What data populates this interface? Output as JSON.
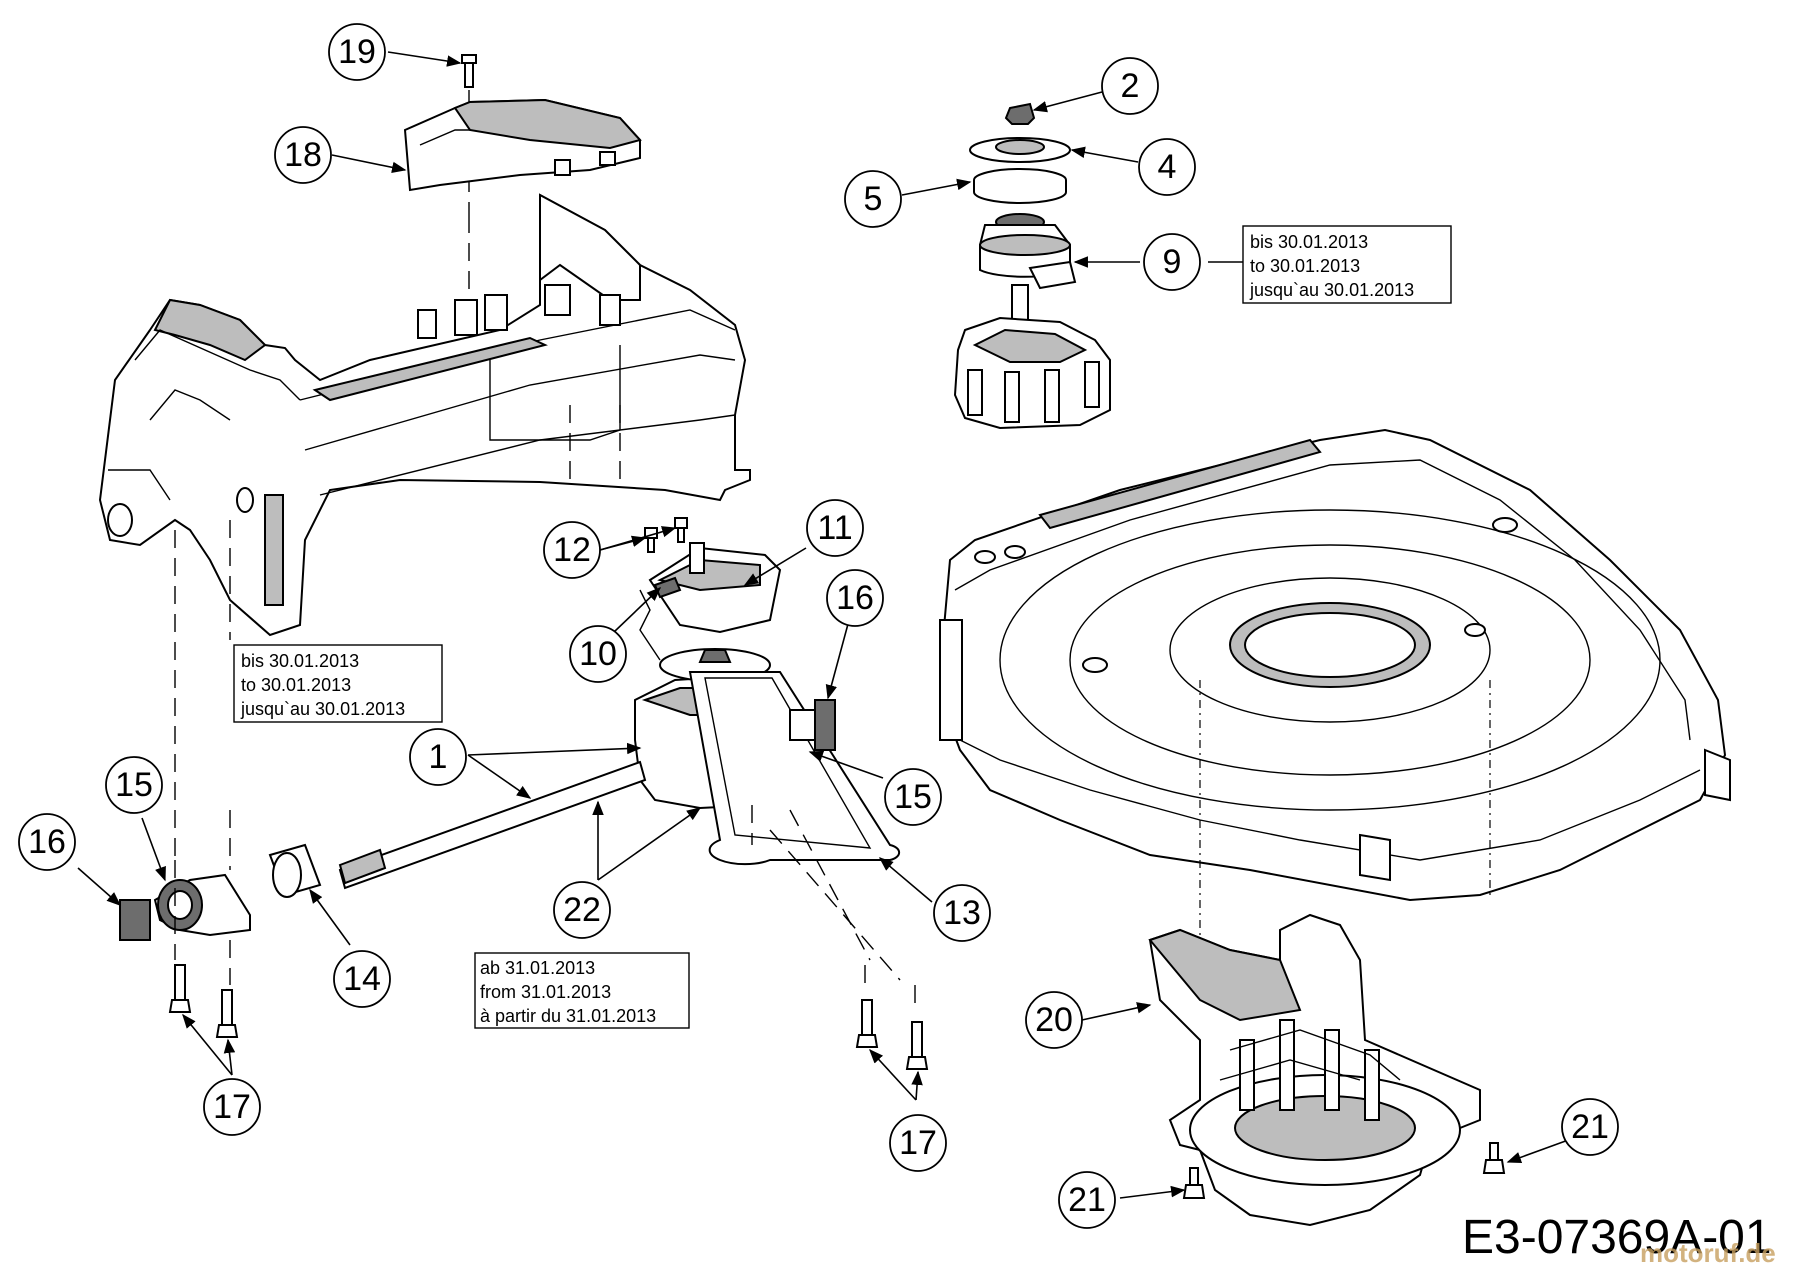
{
  "diagram": {
    "drawing_code": "E3-07369A-01",
    "watermark": "motoruf.de",
    "callouts": [
      "19",
      "18",
      "2",
      "4",
      "5",
      "9",
      "11",
      "12",
      "10",
      "16",
      "1",
      "15",
      "16",
      "15",
      "13",
      "22",
      "14",
      "17",
      "17",
      "20",
      "21",
      "21"
    ],
    "notes": {
      "note_top_right": [
        "bis 30.01.2013",
        "to 30.01.2013",
        "jusqu`au 30.01.2013"
      ],
      "note_left": [
        "bis 30.01.2013",
        "to 30.01.2013",
        "jusqu`au 30.01.2013"
      ],
      "note_bottom": [
        "ab 31.01.2013",
        "from 31.01.2013",
        "à partir du 31.01.2013"
      ]
    },
    "colors": {
      "line": "#000000",
      "background": "#ffffff",
      "shade": "#bdbdbd",
      "dark": "#6d6d6d"
    }
  }
}
